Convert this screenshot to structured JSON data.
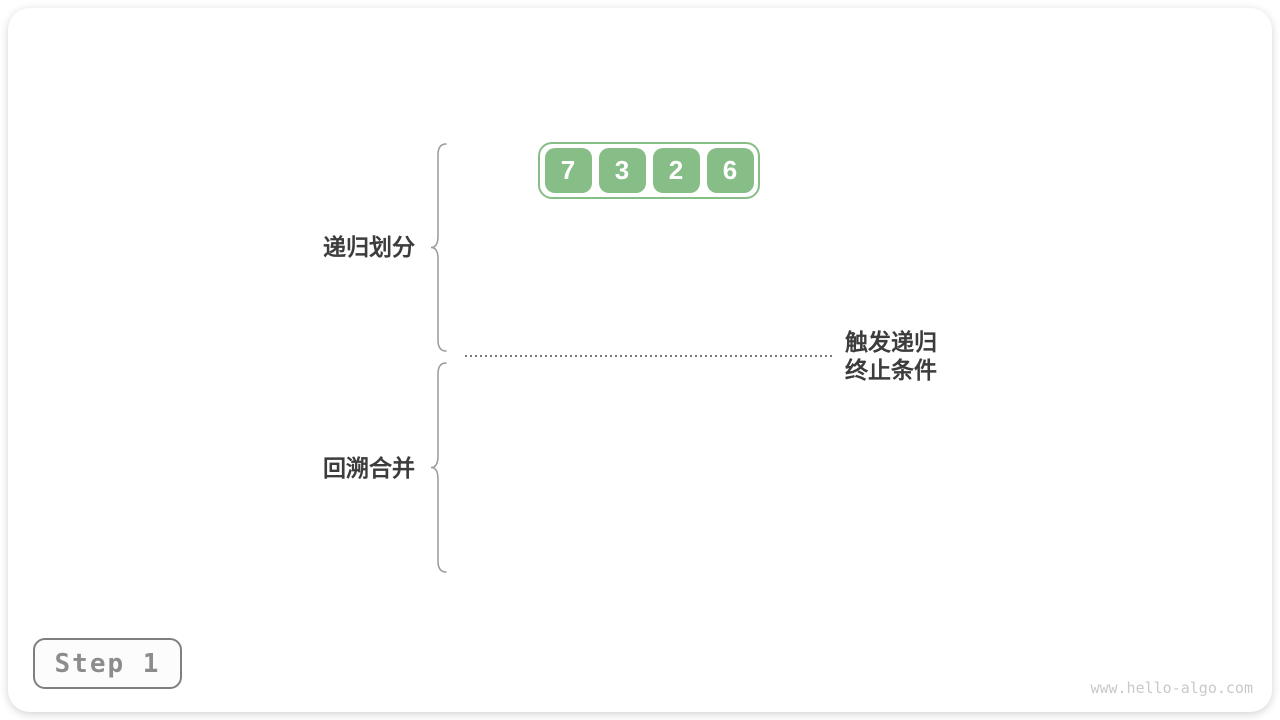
{
  "diagram": {
    "array": {
      "values": [
        "7",
        "3",
        "2",
        "6"
      ]
    },
    "labels": {
      "divide_phase": "递归划分",
      "merge_phase": "回溯合并",
      "annotation_line1": "触发递归",
      "annotation_line2": "终止条件"
    },
    "step_badge": "Step 1",
    "watermark": "www.hello-algo.com",
    "colors": {
      "cell_green": "#87BE87",
      "cell_text": "#FFFFFF",
      "label_text": "#3C3C3C",
      "brace_stroke": "#9A9A9A",
      "dotted_line": "#777777",
      "badge_border": "#7F7F7F",
      "badge_text": "#8C8C8C",
      "watermark_text": "#C9C9C9"
    }
  }
}
